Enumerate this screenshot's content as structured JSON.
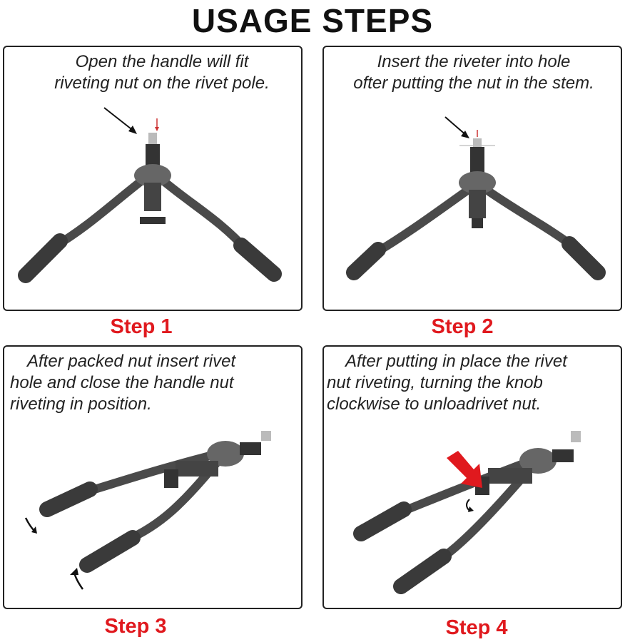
{
  "title": "USAGE STEPS",
  "accent_color": "#e0191e",
  "steps": [
    {
      "label": "Step 1",
      "caption": [
        "Open the handle will fit",
        "riveting nut on the rivet pole."
      ]
    },
    {
      "label": "Step 2",
      "caption": [
        "Insert the riveter into hole",
        "ofter putting the nut in the stem."
      ]
    },
    {
      "label": "Step 3",
      "caption": [
        "After packed nut insert rivet",
        "hole and close the handle nut",
        "riveting in position."
      ]
    },
    {
      "label": "Step 4",
      "caption": [
        "After putting in place the rivet",
        "nut riveting, turning the knob",
        "clockwise to unloadrivet nut."
      ]
    }
  ],
  "icons": [
    "rivet-tool-open-icon",
    "rivet-tool-open-icon",
    "rivet-tool-closed-icon",
    "rivet-tool-closed-icon",
    "arrow-icon",
    "rotate-arrow-icon"
  ]
}
